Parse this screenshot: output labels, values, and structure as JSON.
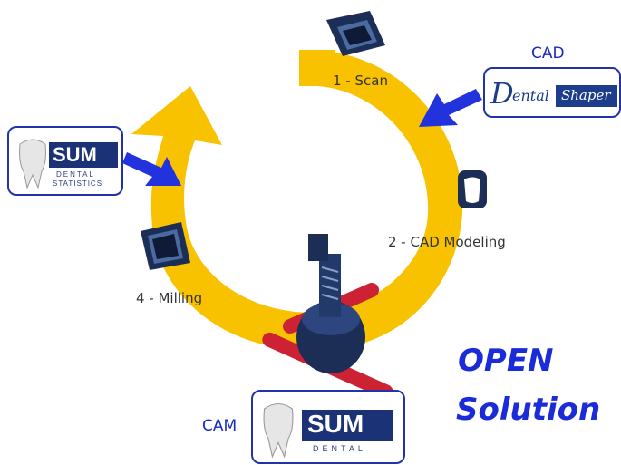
{
  "steps": {
    "scan": "1 - Scan",
    "cad_modeling": "2 - CAD Modeling",
    "milling": "4 - Milling"
  },
  "tags": {
    "cad": "CAD",
    "cam": "CAM"
  },
  "logos": {
    "dental_shaper": {
      "part1": "ental",
      "part2": "Shaper",
      "initial": "D"
    },
    "sum3d_statistics": {
      "brand": "SUM",
      "sub": "DENTAL",
      "sub2": "STATISTICS"
    },
    "sum3d_dental": {
      "brand": "SUM",
      "sub": "DENTAL"
    }
  },
  "headline": {
    "line1": "OPEN",
    "line2": "Solution"
  },
  "colors": {
    "ring": "#f8c200",
    "arrow_blue": "#2233dd",
    "text_blue": "#1a2bd8",
    "tool_red": "#cc2233",
    "device_dark": "#1c2e55"
  }
}
